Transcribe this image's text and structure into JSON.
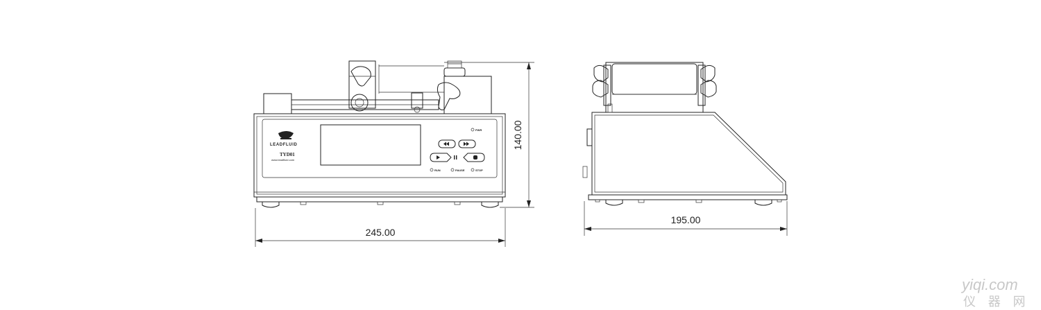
{
  "front_view": {
    "panel": {
      "brand": "LEADFLUID",
      "model": "TYD01",
      "website": "www.leadfluid.com",
      "pwr_label": "PWR",
      "run_label": "RUN",
      "pause_label": "PAUSE",
      "stop_label": "STOP"
    },
    "width_dimension": "245.00",
    "height_dimension": "140.00"
  },
  "side_view": {
    "depth_dimension": "195.00"
  },
  "watermark": {
    "domain": "yiqi.com",
    "chinese": "仪 器 网"
  },
  "colors": {
    "line": "#222222",
    "background": "#ffffff",
    "watermark": "#c8c8c8"
  }
}
